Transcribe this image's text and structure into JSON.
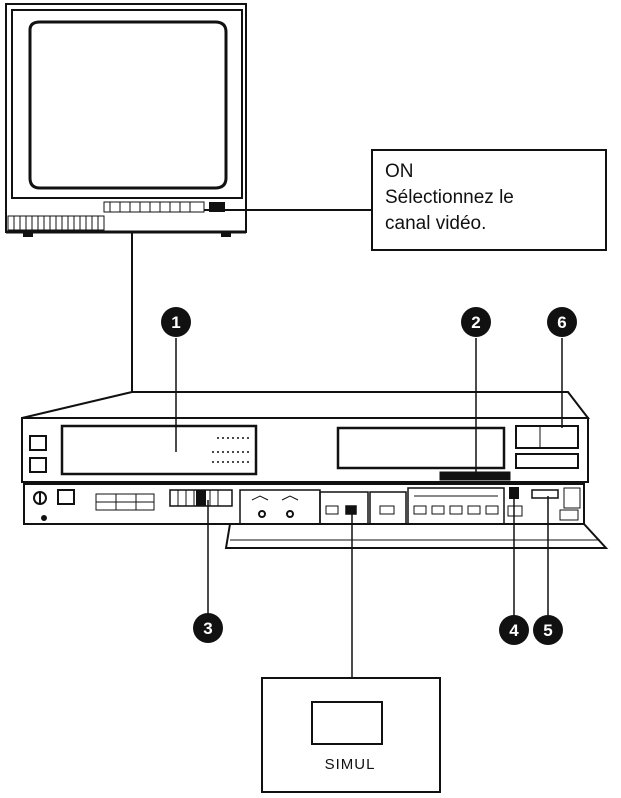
{
  "callout": {
    "line1": "ON",
    "line2": "Sélectionnez le",
    "line3": "canal vidéo."
  },
  "simul_label": "SIMUL",
  "markers": [
    "1",
    "2",
    "3",
    "4",
    "5",
    "6"
  ]
}
